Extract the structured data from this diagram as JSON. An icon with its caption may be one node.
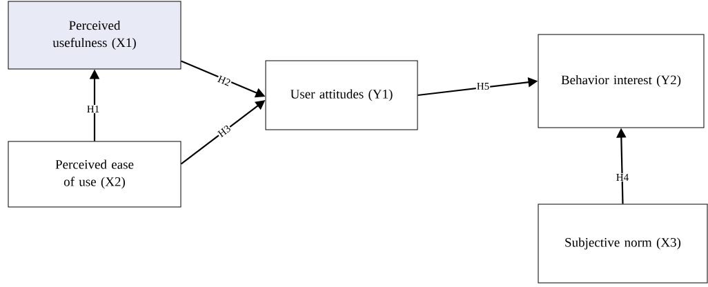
{
  "diagram": {
    "nodes": [
      {
        "text": [
          "Perceived usefulness (X1)"
        ]
      },
      {
        "text": [
          "Perceived ease of use (X2)"
        ]
      },
      {
        "text": [
          "User attitudes (Y1)"
        ]
      },
      {
        "text": [
          "Behavior interest (Y2)"
        ]
      },
      {
        "text": [
          "Subjective norm (X3)"
        ]
      }
    ],
    "edges": [
      {
        "from": 1,
        "to": 0,
        "arrow": "to",
        "label": "H1"
      },
      {
        "from": 0,
        "to": 2,
        "arrow": "to",
        "label": "H2"
      },
      {
        "from": 1,
        "to": 2,
        "arrow": "to",
        "label": "H3"
      },
      {
        "from": 2,
        "to": 3,
        "arrow": "to",
        "label": "H5"
      },
      {
        "from": 4,
        "to": 3,
        "arrow": "to",
        "label": "H4"
      }
    ]
  }
}
